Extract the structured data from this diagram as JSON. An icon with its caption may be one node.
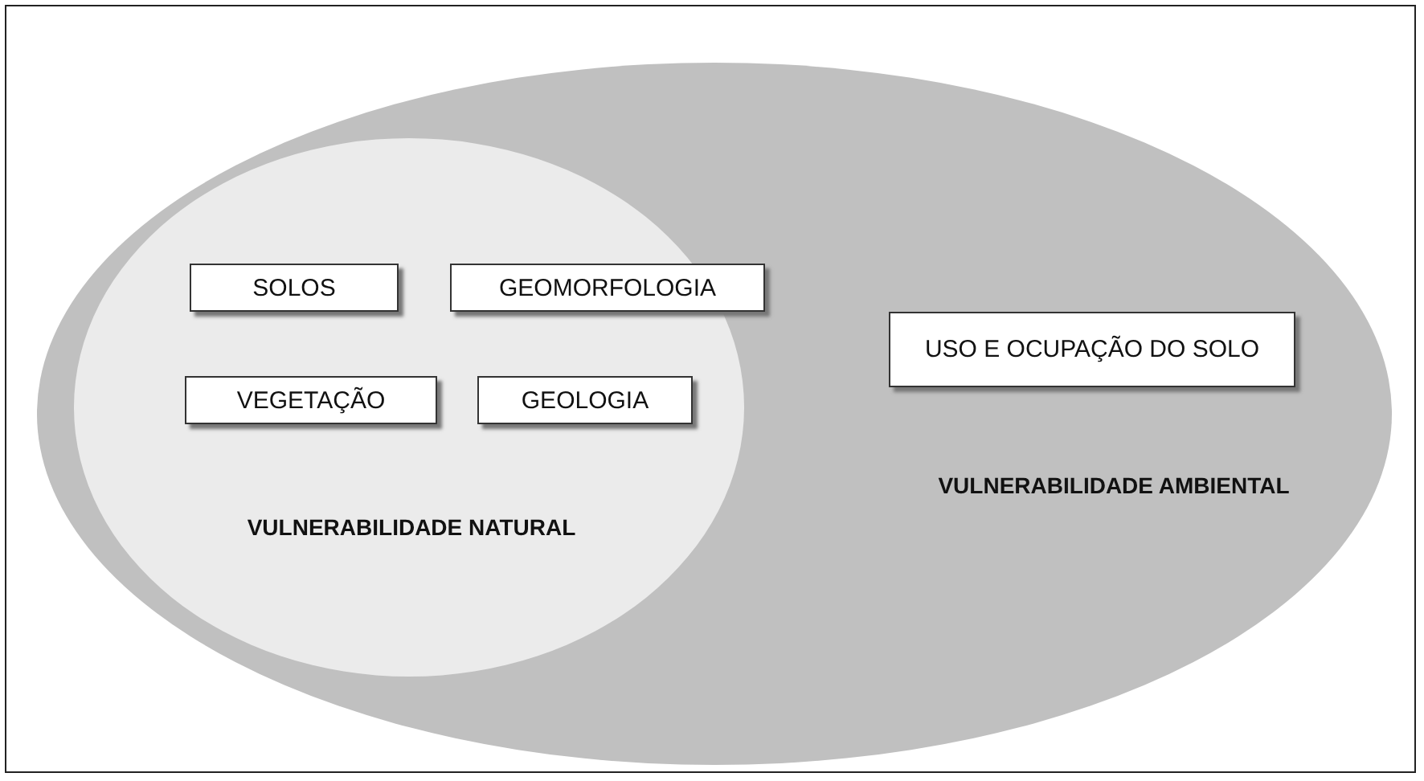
{
  "diagram": {
    "nodes": [
      {
        "text": [
          "VULNERABILIDADE AMBIENTAL"
        ]
      },
      {
        "text": [
          "VULNERABILIDADE NATURAL"
        ],
        "in": 0
      },
      {
        "text": [
          "SOLOS"
        ],
        "in": 1
      },
      {
        "text": [
          "GEOMORFOLOGIA"
        ],
        "in": 1
      },
      {
        "text": [
          "VEGETAÇÃO"
        ],
        "in": 1
      },
      {
        "text": [
          "GEOLOGIA"
        ],
        "in": 1
      },
      {
        "text": [
          "USO E OCUPAÇÃO DO SOLO"
        ],
        "in": 0
      }
    ]
  }
}
